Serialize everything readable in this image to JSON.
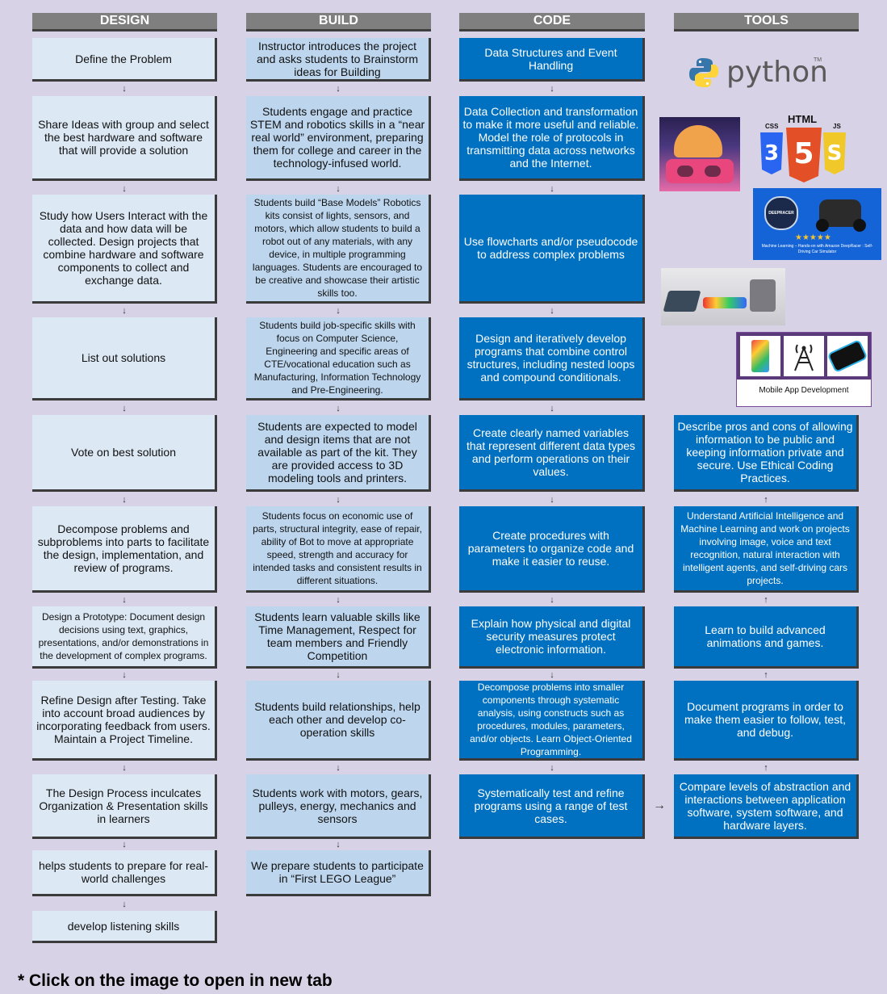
{
  "headers": {
    "design": "DESIGN",
    "build": "BUILD",
    "code": "CODE",
    "tools": "TOOLS"
  },
  "design": [
    "Define the Problem",
    "Share Ideas with group and select the best hardware and software that will provide a solution",
    "Study how Users Interact with the data and how data will be collected. Design projects that combine hardware and software components to collect and exchange data.",
    "List out solutions",
    "Vote on best solution",
    "Decompose problems and subproblems into parts to facilitate the design, implementation, and review of programs.",
    "Design a Prototype: Document design decisions using text, graphics, presentations, and/or demonstrations in the development of complex programs.",
    "Refine Design after Testing. Take into account broad audiences by incorporating feedback from users. Maintain a Project Timeline.",
    "The Design Process inculcates Organization & Presentation skills in learners",
    "helps students to prepare for real-world challenges",
    "develop listening skills"
  ],
  "build": [
    "Instructor introduces the project and asks students to Brainstorm ideas for Building",
    "Students engage and practice STEM and robotics skills in a “near real world” environment, preparing them for college and career in the technology-infused world.",
    "Students build “Base Models” Robotics kits consist of lights, sensors, and motors, which allow students to build a robot out of any materials, with any device, in multiple programming languages. Students are encouraged to be creative and showcase their artistic skills too.",
    "Students build job-specific skills with focus on Computer Science, Engineering and specific areas of CTE/vocational education such as Manufacturing, Information Technology and Pre-Engineering.",
    "Students are expected to model and design items that are not available as part of the kit. They are provided access to 3D modeling tools and printers.",
    "Students focus on economic use of parts, structural integrity, ease of repair, ability of Bot to move at appropriate speed, strength and accuracy for intended tasks and consistent results in different situations.",
    "Students learn valuable skills like Time Management, Respect for team members and Friendly Competition",
    "Students build relationships, help each other and develop co-operation skills",
    "Students work with motors, gears, pulleys, energy, mechanics and sensors",
    "We prepare students to participate in “First LEGO League”"
  ],
  "code": [
    "Data Structures and Event Handling",
    "Data Collection and transformation to make it more useful and reliable. Model the role of protocols in transmitting data across networks and the Internet.",
    "Use flowcharts and/or pseudocode to address complex problems",
    "Design and iteratively develop programs that combine control structures, including nested loops and compound conditionals.",
    "Create clearly named variables that represent different data types and perform operations on their values.",
    "Create procedures with parameters to organize code and make it easier to reuse.",
    "Explain how physical and digital security measures protect electronic information.",
    "Decompose problems into smaller components through systematic analysis, using constructs such as procedures, modules, parameters, and/or objects. Learn Object-Oriented Programming.",
    "Systematically test and refine programs using a range of test cases."
  ],
  "tools": [
    "Describe pros and cons of allowing information to be public and keeping information private and secure. Use Ethical Coding Practices.",
    "Understand Artificial Intelligence and Machine Learning and work on projects involving image, voice and text recognition, natural interaction with intelligent agents, and self-driving cars projects.",
    "Learn to build advanced animations and games.",
    "Document programs in order to make them easier to follow, test, and debug.",
    "Compare levels of abstraction and interactions between application software, system software, and hardware layers."
  ],
  "media": {
    "python_wordmark": "python",
    "python_tm": "TM",
    "html_label": "HTML",
    "css_label": "CSS",
    "js_label": "JS",
    "deepracer_badge": "DEEPRACER",
    "deepracer_caption": "Machine Learning – Hands-on with Amazon DeepRacer : Self-Driving Car Simulator",
    "mobile_caption": "Mobile App Development"
  },
  "arrows": {
    "down": "↓",
    "up": "↑",
    "right": "→"
  },
  "footer": "* Click on the image to open in new tab",
  "colors": {
    "background": "#d8d2e6",
    "design": "#dce8f4",
    "build": "#bdd6ee",
    "code": "#0070c0",
    "header": "#7f7f7f"
  }
}
